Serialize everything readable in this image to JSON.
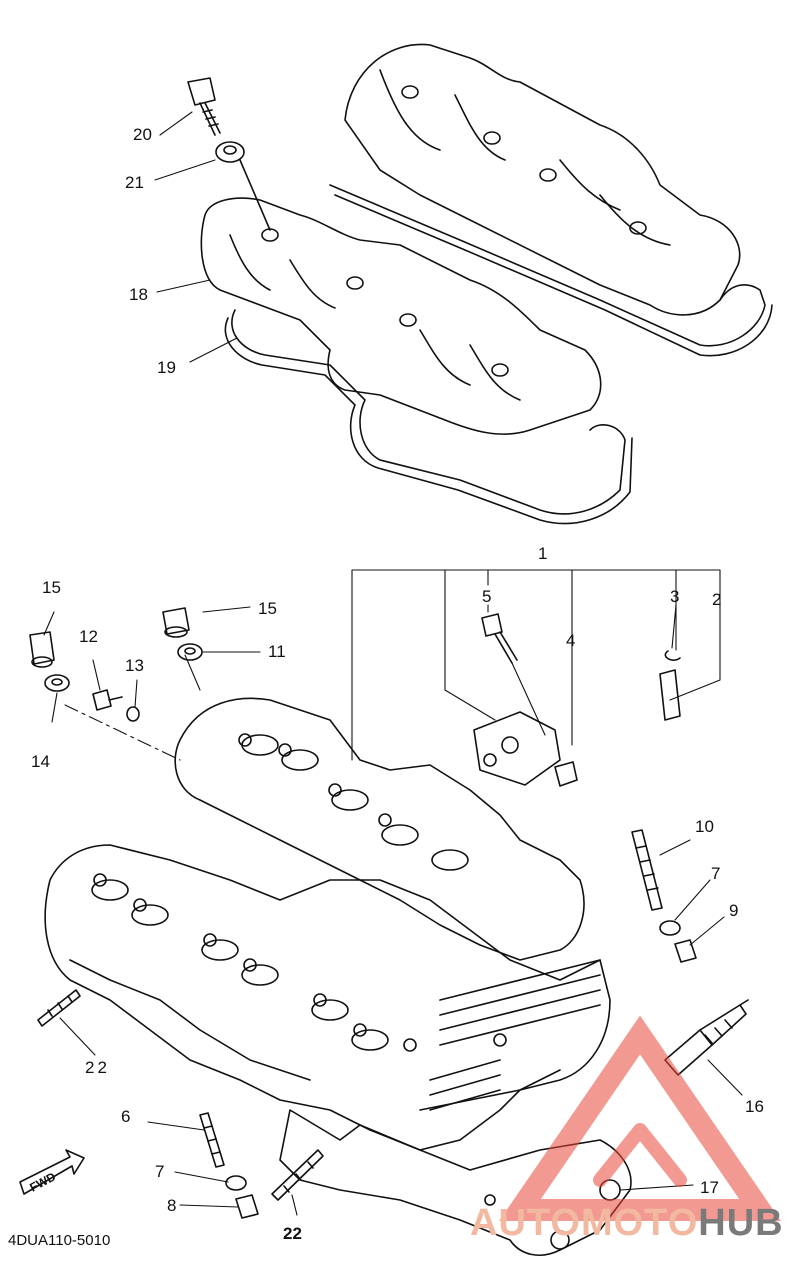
{
  "diagram": {
    "part_code": "4DUA110-5010",
    "fwd_arrow_text": "FWD",
    "callouts": [
      {
        "id": "c20",
        "text": "20"
      },
      {
        "id": "c21",
        "text": "21"
      },
      {
        "id": "c18",
        "text": "18"
      },
      {
        "id": "c19",
        "text": "19"
      },
      {
        "id": "c1",
        "text": "1"
      },
      {
        "id": "c5",
        "text": "5"
      },
      {
        "id": "c4",
        "text": "4"
      },
      {
        "id": "c3",
        "text": "3"
      },
      {
        "id": "c2",
        "text": "2"
      },
      {
        "id": "c15a",
        "text": "15"
      },
      {
        "id": "c15b",
        "text": "15"
      },
      {
        "id": "c12",
        "text": "12"
      },
      {
        "id": "c13",
        "text": "13"
      },
      {
        "id": "c11",
        "text": "11"
      },
      {
        "id": "c14",
        "text": "14"
      },
      {
        "id": "c10",
        "text": "10"
      },
      {
        "id": "c7a",
        "text": "7"
      },
      {
        "id": "c9",
        "text": "9"
      },
      {
        "id": "c22a",
        "text": "22"
      },
      {
        "id": "c16",
        "text": "16"
      },
      {
        "id": "c6",
        "text": "6"
      },
      {
        "id": "c7b",
        "text": "7"
      },
      {
        "id": "c8",
        "text": "8"
      },
      {
        "id": "c17",
        "text": "17"
      },
      {
        "id": "c22b",
        "text": "22"
      }
    ]
  },
  "watermark": {
    "brand_part1": "AUTOMOTO",
    "brand_part2": "HUB",
    "color_accent": "#e8473a",
    "color_grey": "#7a7a7a"
  }
}
